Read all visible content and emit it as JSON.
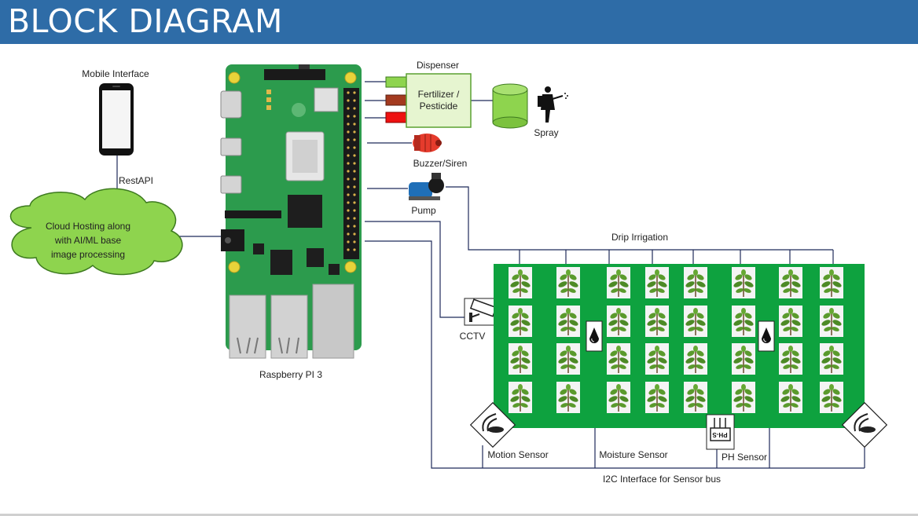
{
  "header": {
    "title": "BLOCK DIAGRAM"
  },
  "labels": {
    "mobile_interface": "Mobile Interface",
    "rest_api": "RestAPI",
    "cloud_line1": "Cloud Hosting along",
    "cloud_line2": "with AI/ML base",
    "cloud_line3": "image processing",
    "raspberry_pi": "Raspberry PI 3",
    "dispenser": "Dispenser",
    "fertilizer_line1": "Fertilizer /",
    "fertilizer_line2": "Pesticide",
    "spray": "Spray",
    "buzzer": "Buzzer/Siren",
    "pump": "Pump",
    "drip_irrigation": "Drip Irrigation",
    "cctv": "CCTV",
    "motion_sensor": "Motion Sensor",
    "moisture_sensor": "Moisture Sensor",
    "ph_sensor": "PH Sensor",
    "ph_chip": "PH-S",
    "i2c_bus": "I2C Interface for Sensor bus"
  },
  "colors": {
    "header": "#2e6ca7",
    "cloud": "#8ed44e",
    "board": "#2c9b4d",
    "field": "#0ea23f",
    "dispenser": "#e6f5d0",
    "container": "#8ed44e",
    "buzzer": "#e53b2c",
    "pump": "#1f6fb8"
  }
}
